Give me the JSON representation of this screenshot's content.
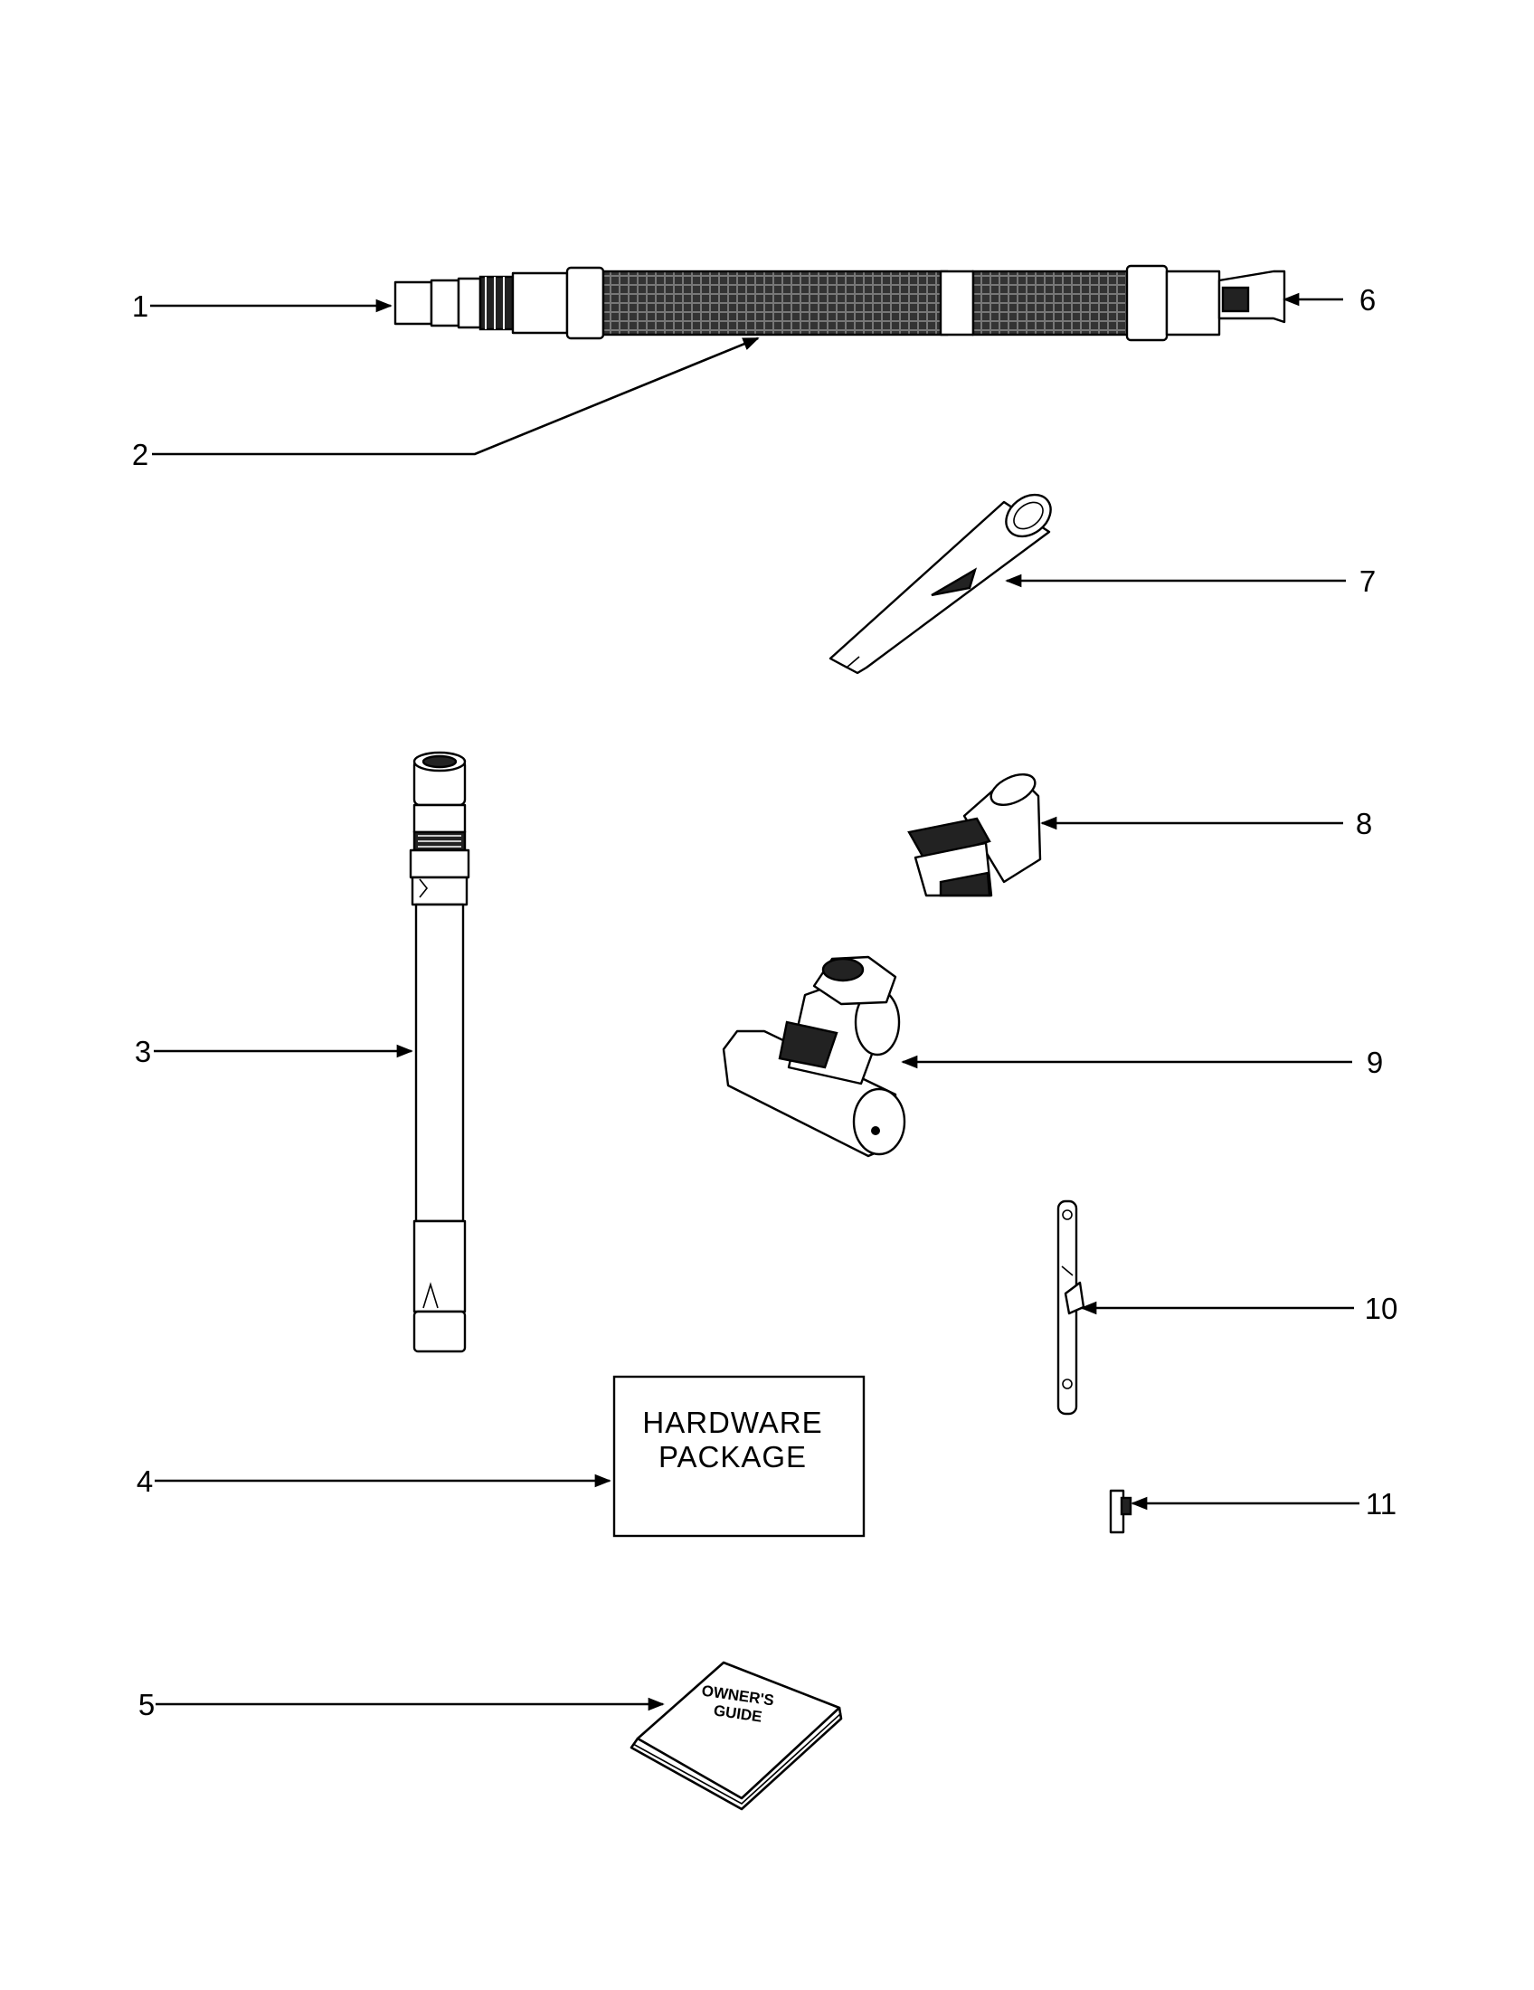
{
  "callouts": [
    {
      "id": "1",
      "label": "1"
    },
    {
      "id": "2",
      "label": "2"
    },
    {
      "id": "3",
      "label": "3"
    },
    {
      "id": "4",
      "label": "4"
    },
    {
      "id": "5",
      "label": "5"
    },
    {
      "id": "6",
      "label": "6"
    },
    {
      "id": "7",
      "label": "7"
    },
    {
      "id": "8",
      "label": "8"
    },
    {
      "id": "9",
      "label": "9"
    },
    {
      "id": "10",
      "label": "10"
    },
    {
      "id": "11",
      "label": "11"
    }
  ],
  "hardware_box": {
    "line1": "HARDWARE",
    "line2": "PACKAGE"
  },
  "owners_guide": {
    "line1": "OWNER'S",
    "line2": "GUIDE"
  }
}
